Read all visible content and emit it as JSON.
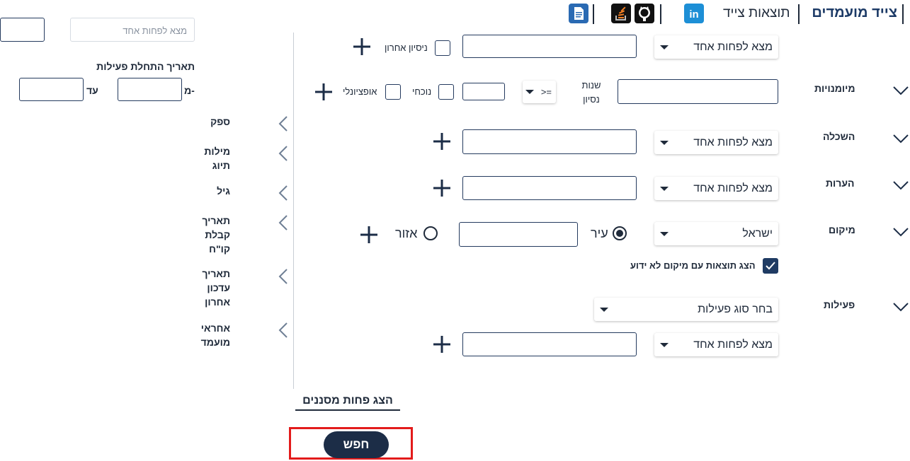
{
  "header": {
    "brand": "צייד מועמדים",
    "results_link": "תוצאות צייד",
    "icons": [
      "linkedin-icon",
      "github-icon",
      "stackoverflow-icon",
      "document-icon"
    ]
  },
  "left_panel": {
    "activity_start_label": "תאריך התחלת פעילות",
    "from_label": "מ-",
    "to_label": "עד",
    "partial_field_text": "מצא לפחות אחד",
    "collapsed_sections": [
      {
        "label": "ספק"
      },
      {
        "label": "מילות תיוג"
      },
      {
        "label": "גיל"
      },
      {
        "label": "תאריך קבלת קו\"ח"
      },
      {
        "label": "תאריך עדכון אחרון"
      },
      {
        "label": "אחראי מועמד"
      }
    ]
  },
  "main": {
    "top_row": {
      "select_value": "מצא לפחות אחד",
      "checkbox_label": "ניסיון אחרון"
    },
    "skills": {
      "label": "מיומנויות",
      "years_label_line1": "שנות",
      "years_label_line2": "נסיון",
      "operator_value": ">=",
      "current_label": "נוכחי",
      "optional_label": "אופציונלי"
    },
    "education": {
      "label": "השכלה",
      "select_value": "מצא לפחות אחד"
    },
    "notes": {
      "label": "הערות",
      "select_value": "מצא לפחות אחד"
    },
    "location": {
      "label": "מיקום",
      "country_value": "ישראל",
      "city_label": "עיר",
      "region_label": "אזור",
      "show_unknown_label": "הצג תוצאות עם מיקום לא ידוע",
      "city_selected": true,
      "show_unknown_checked": true
    },
    "activity": {
      "label": "פעילות",
      "type_placeholder": "בחר סוג פעילות",
      "select_value": "מצא לפחות אחד"
    }
  },
  "footer": {
    "fewer_filters": "הצג פחות מסננים",
    "search_button": "חפש",
    "highlight_color": "#e31b1b",
    "button_color": "#1c2d47"
  }
}
